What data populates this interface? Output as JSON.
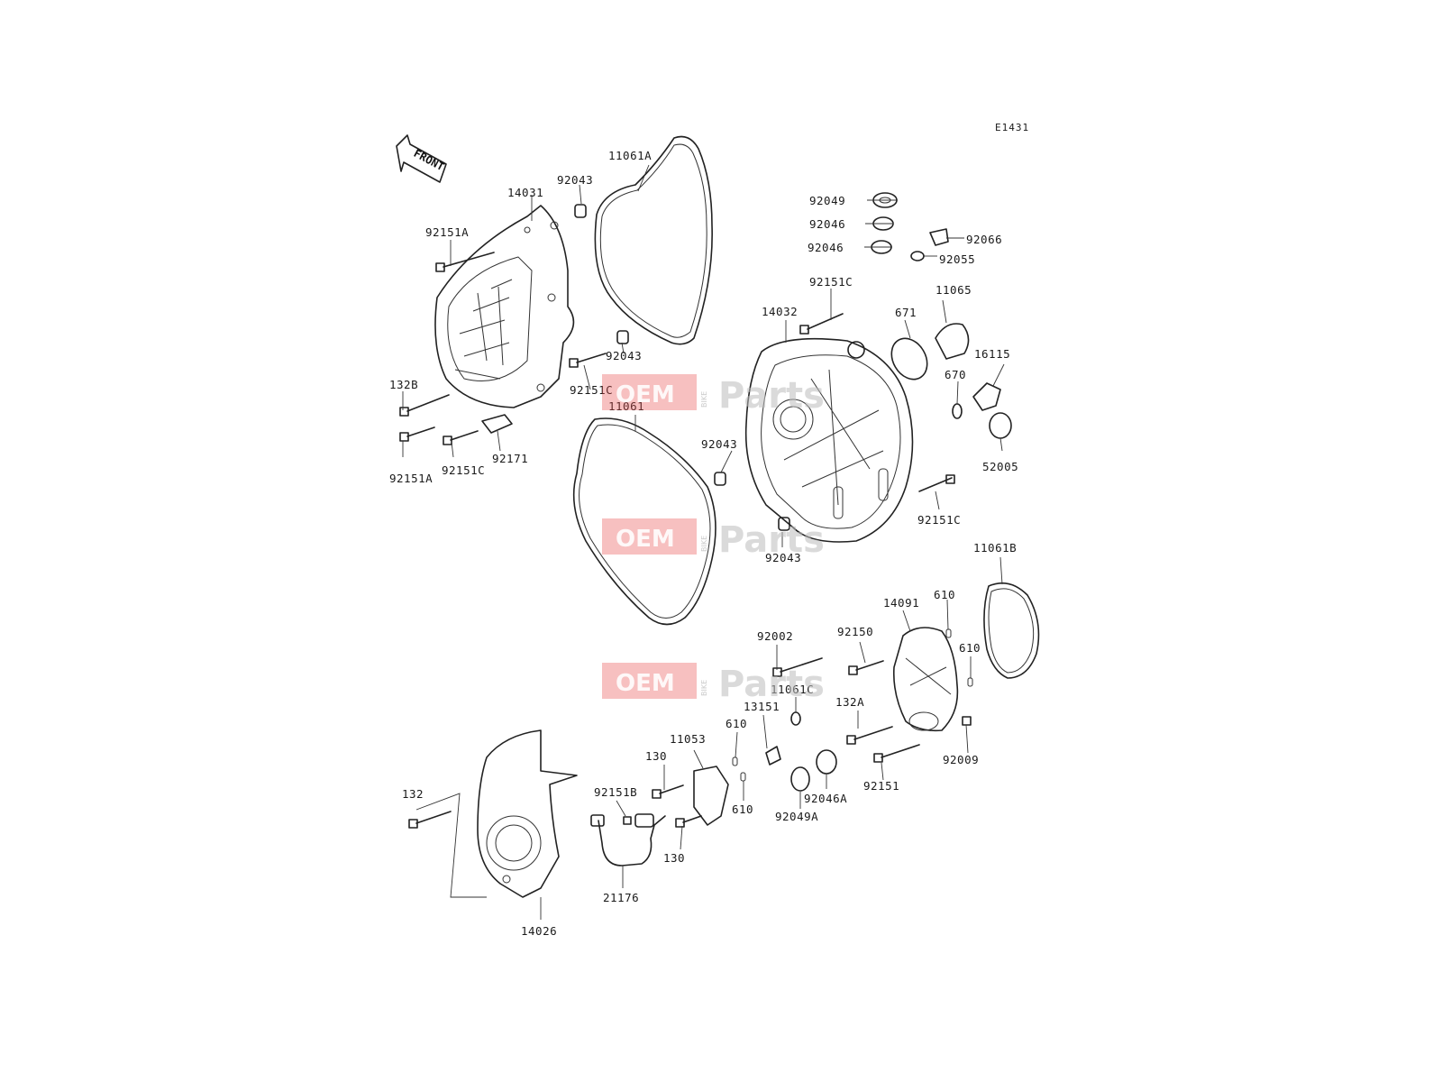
{
  "diagram": {
    "code": "E1431",
    "front_label": "FRONT",
    "watermark": {
      "brand_left": "OEM",
      "brand_small": "BIKE",
      "brand_right": "Parts",
      "color": "#e94b4b"
    },
    "labels": [
      "11061A",
      "92043",
      "14031",
      "92151A",
      "92043",
      "92151C",
      "132B",
      "92151A",
      "92151C",
      "92171",
      "92049",
      "92046",
      "92046",
      "92066",
      "92055",
      "92151C",
      "14032",
      "671",
      "11065",
      "16115",
      "670",
      "52005",
      "11061",
      "92043",
      "92043",
      "92151C",
      "11061B",
      "14091",
      "610",
      "610",
      "92002",
      "92150",
      "11061C",
      "132A",
      "13151",
      "92009",
      "92151",
      "92046A",
      "92049A",
      "11053",
      "610",
      "130",
      "92151B",
      "610",
      "130",
      "21176",
      "132",
      "14026"
    ]
  }
}
